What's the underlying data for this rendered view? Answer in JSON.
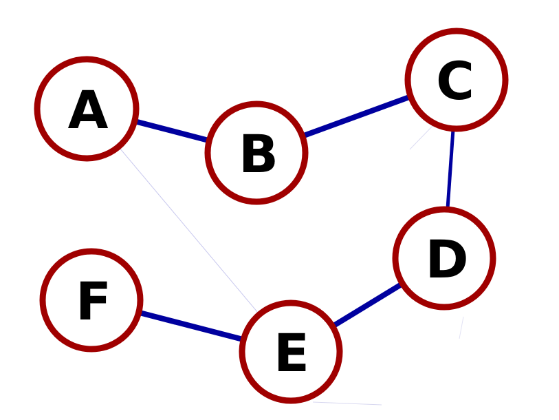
{
  "colors": {
    "node_fill": "#ffffff",
    "node_stroke": "#a00000",
    "edge_strong": "#00009f",
    "edge_faint": "#c8c8ee",
    "label": "#000000"
  },
  "nodes": [
    {
      "id": "A",
      "label": "A"
    },
    {
      "id": "B",
      "label": "B"
    },
    {
      "id": "C",
      "label": "C"
    },
    {
      "id": "D",
      "label": "D"
    },
    {
      "id": "E",
      "label": "E"
    },
    {
      "id": "F",
      "label": "F"
    }
  ],
  "edges": [
    {
      "from": "A",
      "to": "B",
      "weight": "strong"
    },
    {
      "from": "B",
      "to": "C",
      "weight": "strong"
    },
    {
      "from": "C",
      "to": "D",
      "weight": "medium"
    },
    {
      "from": "D",
      "to": "E",
      "weight": "strong"
    },
    {
      "from": "E",
      "to": "F",
      "weight": "strong"
    },
    {
      "from": "A",
      "to": "E",
      "weight": "faint"
    }
  ]
}
